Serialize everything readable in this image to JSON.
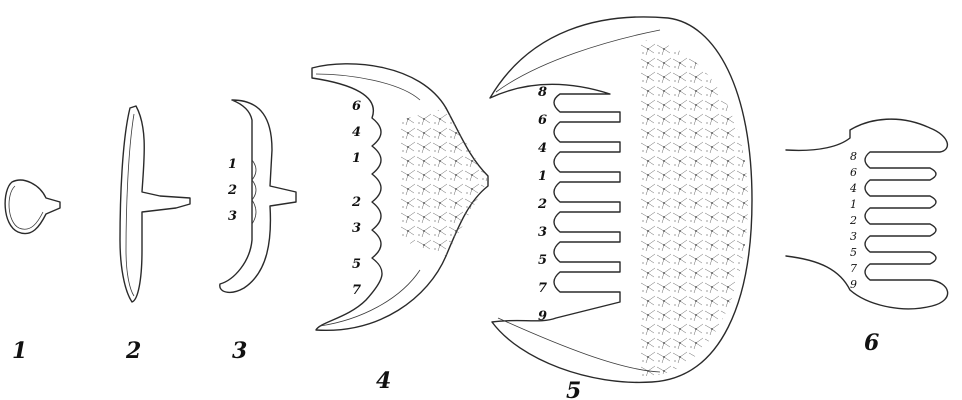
{
  "figures": [
    {
      "label": "1",
      "fold_numbers": []
    },
    {
      "label": "2",
      "fold_numbers": []
    },
    {
      "label": "3",
      "fold_numbers": [
        "1",
        "2",
        "3"
      ]
    },
    {
      "label": "4",
      "fold_numbers": [
        "6",
        "4",
        "1",
        "2",
        "3",
        "5",
        "7"
      ]
    },
    {
      "label": "5",
      "fold_numbers": [
        "8",
        "6",
        "4",
        "1",
        "2",
        "3",
        "5",
        "7",
        "9"
      ]
    },
    {
      "label": "6",
      "fold_numbers": [
        "8",
        "6",
        "4",
        "1",
        "2",
        "3",
        "5",
        "7",
        "9"
      ]
    }
  ],
  "colors": {
    "ink": "#2a2a2a",
    "paper": "#ffffff"
  }
}
